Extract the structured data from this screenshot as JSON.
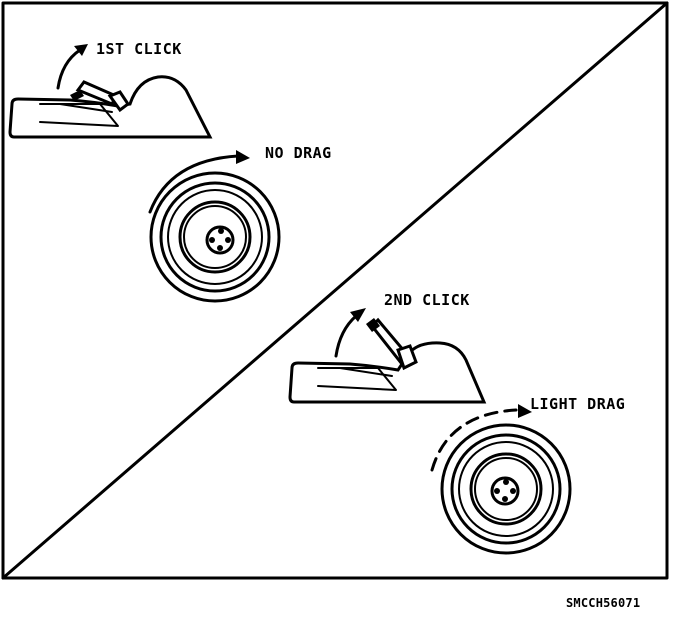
{
  "labels": {
    "first_click": "1ST CLICK",
    "no_drag": "NO DRAG",
    "second_click": "2ND CLICK",
    "light_drag": "LIGHT DRAG"
  },
  "figure_code": "SMCCH56071"
}
